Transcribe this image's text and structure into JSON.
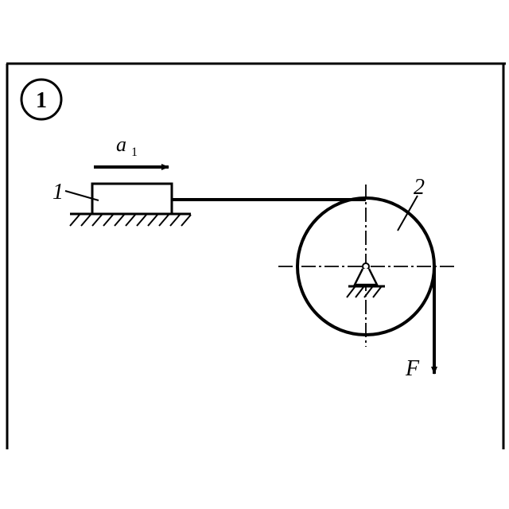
{
  "figure": {
    "panel_number": "1",
    "block_label": "1",
    "pulley_label": "2",
    "acceleration_label": "a",
    "acceleration_subscript": "1",
    "force_label": "F"
  },
  "colors": {
    "ink": "#000000",
    "background": "#ffffff"
  }
}
